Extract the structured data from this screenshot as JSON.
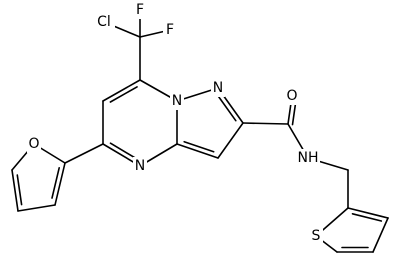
{
  "molecule": {
    "atoms": [
      {
        "id": "CCl",
        "element": "C",
        "show": false
      },
      {
        "id": "Cl",
        "element": "Cl",
        "label": "Cl",
        "show": true
      },
      {
        "id": "F1",
        "element": "F",
        "label": "F",
        "show": true
      },
      {
        "id": "F2",
        "element": "F",
        "label": "F",
        "show": true
      },
      {
        "id": "C7",
        "element": "C",
        "show": false
      },
      {
        "id": "C6",
        "element": "C",
        "show": false
      },
      {
        "id": "C5",
        "element": "C",
        "show": false
      },
      {
        "id": "N4",
        "element": "N",
        "label": "N",
        "show": true
      },
      {
        "id": "C3a",
        "element": "C",
        "show": false
      },
      {
        "id": "N7a",
        "element": "N",
        "label": "N",
        "show": true
      },
      {
        "id": "N1",
        "element": "N",
        "label": "N",
        "show": true
      },
      {
        "id": "C2",
        "element": "C",
        "show": false
      },
      {
        "id": "C3",
        "element": "C",
        "show": false
      },
      {
        "id": "Cam",
        "element": "C",
        "show": false
      },
      {
        "id": "O1",
        "element": "O",
        "label": "O",
        "show": true
      },
      {
        "id": "NH",
        "element": "N",
        "label": "NH",
        "show": true
      },
      {
        "id": "CH2",
        "element": "C",
        "show": false
      },
      {
        "id": "Ta",
        "element": "C",
        "show": false
      },
      {
        "id": "S",
        "element": "S",
        "label": "S",
        "show": true
      },
      {
        "id": "Tb",
        "element": "C",
        "show": false
      },
      {
        "id": "Tc",
        "element": "C",
        "show": false
      },
      {
        "id": "Td",
        "element": "C",
        "show": false
      },
      {
        "id": "Fa",
        "element": "C",
        "show": false
      },
      {
        "id": "O2",
        "element": "O",
        "label": "O",
        "show": true
      },
      {
        "id": "Fb",
        "element": "C",
        "show": false
      },
      {
        "id": "Fc",
        "element": "C",
        "show": false
      },
      {
        "id": "Fd",
        "element": "C",
        "show": false
      }
    ],
    "bonds": [
      {
        "a": "CCl",
        "b": "Cl",
        "order": 1
      },
      {
        "a": "CCl",
        "b": "F1",
        "order": 1
      },
      {
        "a": "CCl",
        "b": "F2",
        "order": 1
      },
      {
        "a": "CCl",
        "b": "C7",
        "order": 1
      },
      {
        "a": "C7",
        "b": "C6",
        "order": 2
      },
      {
        "a": "C6",
        "b": "C5",
        "order": 1
      },
      {
        "a": "C5",
        "b": "N4",
        "order": 2
      },
      {
        "a": "N4",
        "b": "C3a",
        "order": 1
      },
      {
        "a": "C3a",
        "b": "N7a",
        "order": 1
      },
      {
        "a": "N7a",
        "b": "C7",
        "order": 1
      },
      {
        "a": "N7a",
        "b": "N1",
        "order": 1
      },
      {
        "a": "N1",
        "b": "C2",
        "order": 2
      },
      {
        "a": "C2",
        "b": "C3",
        "order": 1
      },
      {
        "a": "C3",
        "b": "C3a",
        "order": 2
      },
      {
        "a": "C2",
        "b": "Cam",
        "order": 1
      },
      {
        "a": "Cam",
        "b": "O1",
        "order": 2
      },
      {
        "a": "Cam",
        "b": "NH",
        "order": 1
      },
      {
        "a": "NH",
        "b": "CH2",
        "order": 1
      },
      {
        "a": "CH2",
        "b": "Ta",
        "order": 1
      },
      {
        "a": "Ta",
        "b": "S",
        "order": 1
      },
      {
        "a": "S",
        "b": "Tb",
        "order": 1
      },
      {
        "a": "Tb",
        "b": "Tc",
        "order": 2
      },
      {
        "a": "Tc",
        "b": "Td",
        "order": 1
      },
      {
        "a": "Td",
        "b": "Ta",
        "order": 2
      },
      {
        "a": "C5",
        "b": "Fa",
        "order": 1
      },
      {
        "a": "Fa",
        "b": "O2",
        "order": 1
      },
      {
        "a": "O2",
        "b": "Fb",
        "order": 1
      },
      {
        "a": "Fb",
        "b": "Fc",
        "order": 2
      },
      {
        "a": "Fc",
        "b": "Fd",
        "order": 1
      },
      {
        "a": "Fd",
        "b": "Fa",
        "order": 2
      }
    ]
  }
}
